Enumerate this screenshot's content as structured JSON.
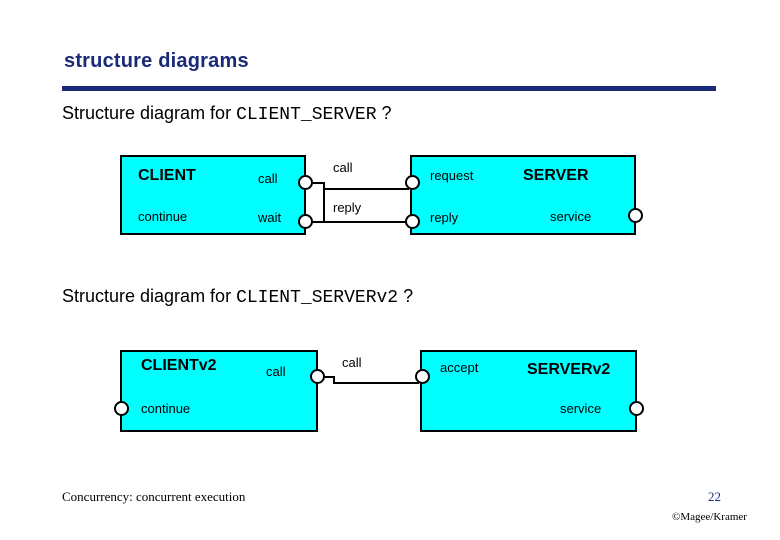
{
  "slide": {
    "title": "structure diagrams",
    "accent_color": "#1a2a7a",
    "box_fill": "#00ffff"
  },
  "sections": [
    {
      "heading_prefix": "Structure diagram for ",
      "heading_mono": "CLIENT_SERVER",
      "heading_suffix": " ?"
    },
    {
      "heading_prefix": "Structure diagram for ",
      "heading_mono": "CLIENT_SERVERv2",
      "heading_suffix": " ?"
    }
  ],
  "diagram1": {
    "client_box": "CLIENT",
    "client_continue": "continue",
    "client_call": "call",
    "client_wait": "wait",
    "link_call": "call",
    "link_reply": "reply",
    "server_request": "request",
    "server_reply": "reply",
    "server_box": "SERVER",
    "server_service": "service"
  },
  "diagram2": {
    "client_box": "CLIENTv2",
    "client_continue": "continue",
    "client_call": "call",
    "link_call": "call",
    "server_accept": "accept",
    "server_box": "SERVERv2",
    "server_service": "service"
  },
  "footer": {
    "left": "Concurrency: concurrent execution",
    "page": "22",
    "credit": "©Magee/Kramer"
  }
}
